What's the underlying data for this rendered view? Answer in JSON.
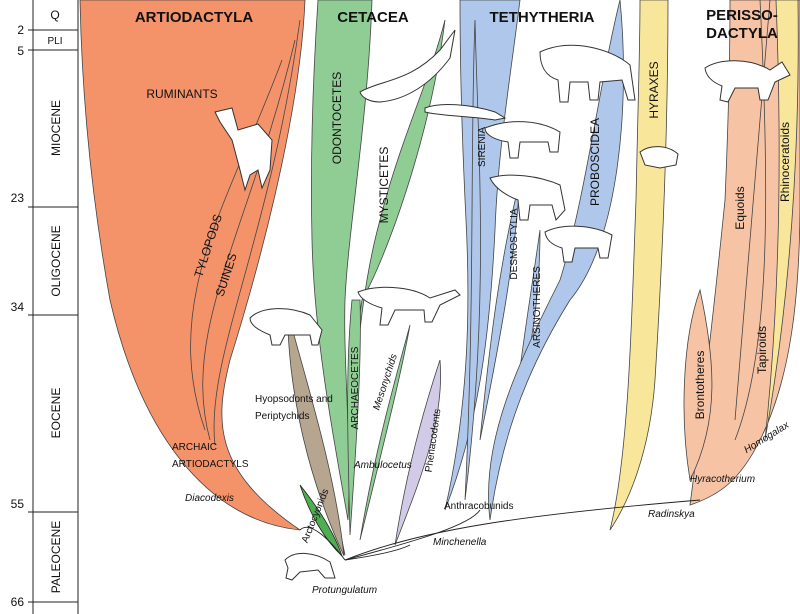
{
  "timescale": {
    "ages": [
      "2",
      "5",
      "23",
      "34",
      "55",
      "66"
    ],
    "epochs": [
      "Q",
      "PLI",
      "MIOCENE",
      "OLIGOCENE",
      "EOCENE",
      "PALEOCENE"
    ]
  },
  "groups": {
    "artiodactyla": "ARTIODACTYLA",
    "cetacea": "CETACEA",
    "tethytheria": "TETHYTHERIA",
    "perisso_line1": "PERISSO-",
    "perisso_line2": "DACTYLA"
  },
  "clades": {
    "ruminants": "RUMINANTS",
    "tylopods": "TYLOPODS",
    "suines": "SUINES",
    "archaic_line1": "ARCHAIC",
    "archaic_line2": "ARTIODACTYLS",
    "odontocetes": "ODONTOCETES",
    "mysticetes": "MYSTICETES",
    "archaeocetes": "ARCHAEOCETES",
    "mesonychids": "Mesonychids",
    "phenacodonts": "Phenacodonts",
    "sirenia": "SIRENIA",
    "desmostylia": "DESMOSTYLIA",
    "arsinoitheres": "ARSINOITHERES",
    "proboscidea": "PROBOSCIDEA",
    "hyraxes": "HYRAXES",
    "equoids": "Equoids",
    "rhinoceratoids": "Rhinoceratoids",
    "tapiroids": "Tapiroids",
    "brontotheres": "Brontotheres",
    "hyopsodonts_line1": "Hyopsodonts and",
    "hyopsodonts_line2": "Periptychids",
    "arctocyonids": "Arctocyonids"
  },
  "taxa": {
    "diacodexis": "Diacodexis",
    "ambulocetus": "Ambulocetus",
    "anthracobunids": "Anthracobunids",
    "minchenella": "Minchenella",
    "radinskya": "Radinskya",
    "hyracotherium": "Hyracotherium",
    "homogalax": "Homogalax",
    "protungulatum": "Protungulatum"
  },
  "colors": {
    "artiodactyla": "#f4936a",
    "cetacea": "#8fcd94",
    "tethytheria": "#afc7ea",
    "hyraxes": "#f8e79a",
    "perissodactyla": "#f7c3a5",
    "hyopsodonts": "#b6a58f",
    "phenacodonts": "#d2cbe8",
    "arctocyonids": "#4fae4f"
  }
}
